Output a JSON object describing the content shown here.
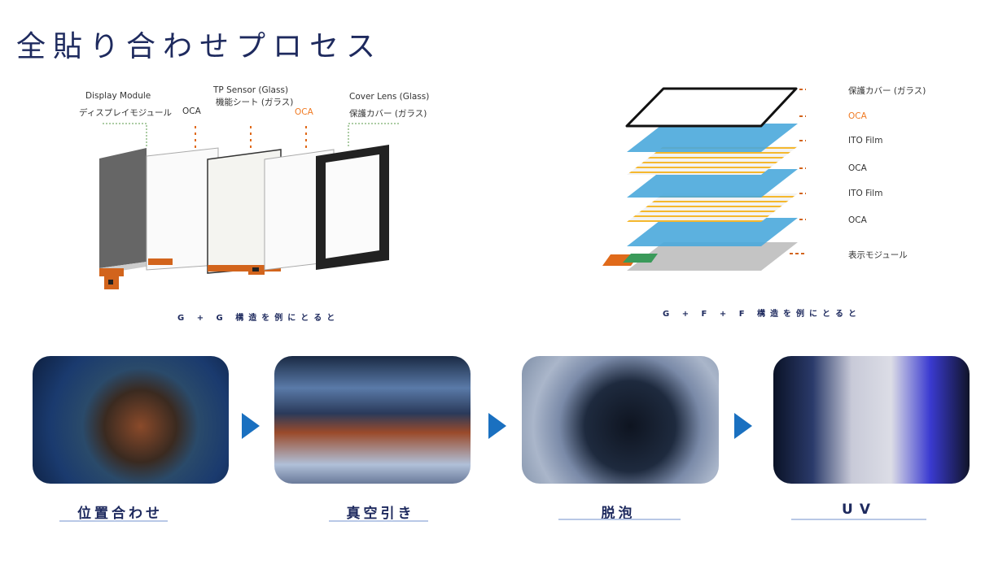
{
  "title": "全貼り合わせプロセス",
  "gg_diagram": {
    "labels": {
      "display_module_en": "Display Module",
      "display_module_jp": "ディスプレイモジュール",
      "oca_1": "OCA",
      "tp_sensor_en": "TP Sensor (Glass)",
      "tp_sensor_jp": "機能シート (ガラス)",
      "oca_2": "OCA",
      "cover_lens_en": "Cover Lens (Glass)",
      "cover_lens_jp": "保護カバー (ガラス)"
    },
    "caption": "G + G 構造を例にとると"
  },
  "gff_diagram": {
    "layers": [
      "保護カバー (ガラス)",
      "OCA",
      "ITO Film",
      "OCA",
      "ITO Film",
      "OCA",
      "表示モジュール"
    ],
    "caption": "G + F + F 構造を例にとると"
  },
  "steps": [
    {
      "label": "位置合わせ"
    },
    {
      "label": "真空引き"
    },
    {
      "label": "脱泡"
    },
    {
      "label": "UV"
    }
  ],
  "colors": {
    "navy": "#1e2a5e",
    "orange": "#f07a22",
    "blue_layer": "#4aa8dc",
    "arrow": "#1a70c0"
  }
}
